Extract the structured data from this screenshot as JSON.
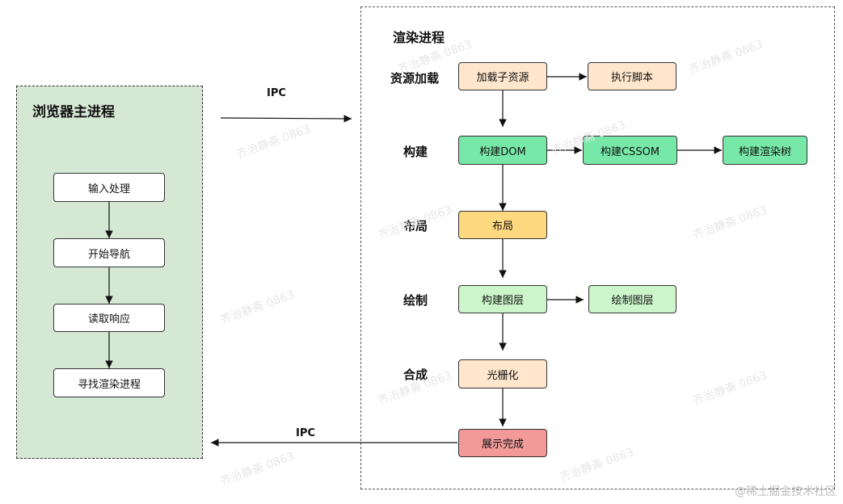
{
  "browser_process": {
    "title": "浏览器主进程",
    "steps": [
      "输入处理",
      "开始导航",
      "读取响应",
      "寻找渲染进程"
    ]
  },
  "render_process": {
    "title": "渲染进程",
    "stages": {
      "resource": "资源加载",
      "build": "构建",
      "layout": "布局",
      "paint": "绘制",
      "composite": "合成"
    },
    "nodes": {
      "load_subresources": "加载子资源",
      "execute_script": "执行脚本",
      "build_dom": "构建DOM",
      "build_cssom": "构建CSSOM",
      "build_render_tree": "构建渲染树",
      "layout": "布局",
      "build_layers": "构建图层",
      "paint_layers": "绘制图层",
      "rasterize": "光栅化",
      "display_done": "展示完成"
    }
  },
  "ipc": {
    "forward": "IPC",
    "back": "IPC"
  },
  "credit": "@稀土掘金技术社区",
  "colors": {
    "browser_panel": "#d5e8d4",
    "peach": "#ffe6cc",
    "green": "#78e8a8",
    "yellow": "#ffd980",
    "light_green": "#ccf5cc",
    "red": "#f29a9a"
  }
}
